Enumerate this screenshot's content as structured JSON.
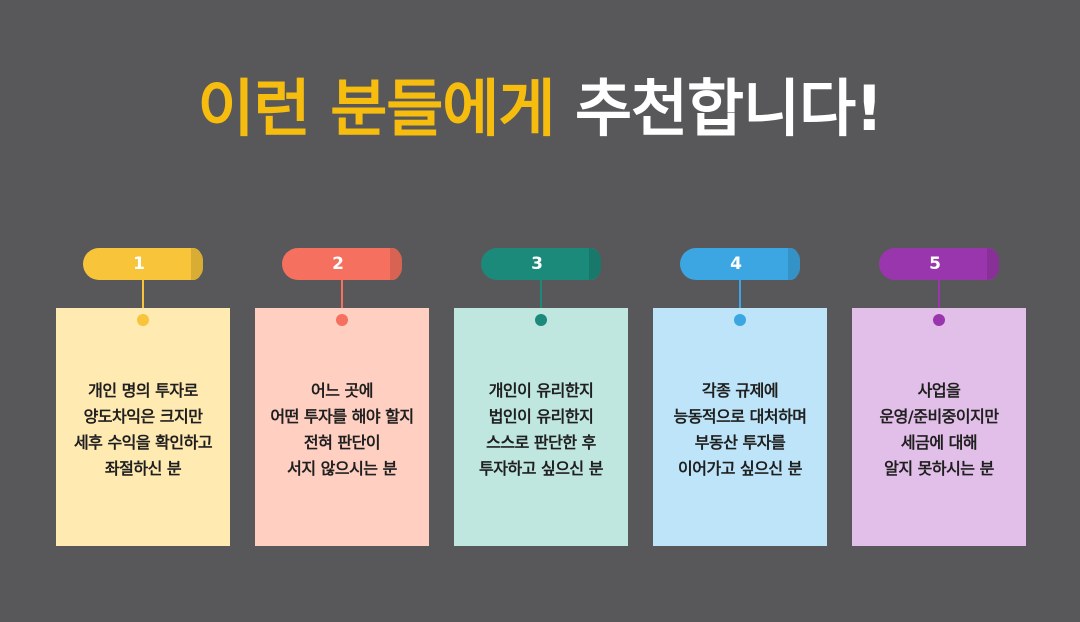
{
  "title": {
    "highlight": "이런 분들에게",
    "rest": "추천합니다!"
  },
  "colors": {
    "background": "#58585a",
    "title_highlight": "#f6bd0f",
    "title_rest": "#ffffff"
  },
  "items": [
    {
      "number": "1",
      "text": "개인 명의 투자로\n양도차익은 크지만\n세후 수익을 확인하고\n좌절하신 분",
      "accent": "#f7c43a",
      "card_bg": "#ffeab2"
    },
    {
      "number": "2",
      "text": "어느 곳에\n어떤 투자를 해야 할지\n전혀 판단이\n서지 않으시는 분",
      "accent": "#f5705e",
      "card_bg": "#ffcfc1"
    },
    {
      "number": "3",
      "text": "개인이 유리한지\n법인이 유리한지\n스스로 판단한 후\n투자하고 싶으신 분",
      "accent": "#1b8a7a",
      "card_bg": "#bfe6df"
    },
    {
      "number": "4",
      "text": "각종 규제에\n능동적으로 대처하며\n부동산 투자를\n이어가고 싶으신 분",
      "accent": "#3ba6e2",
      "card_bg": "#bde4f8"
    },
    {
      "number": "5",
      "text": "사업을\n운영/준비중이지만\n세금에 대해\n알지 못하시는 분",
      "accent": "#9a36ad",
      "card_bg": "#e2bfe8"
    }
  ]
}
